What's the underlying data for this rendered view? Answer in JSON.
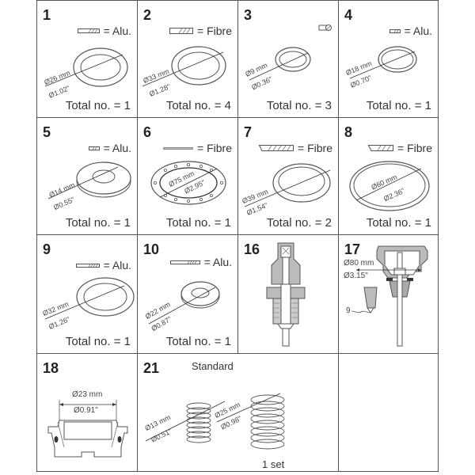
{
  "cells": [
    {
      "id": "1",
      "number": "1",
      "material": "= Alu.",
      "material_icon": "alu-cross-section-icon",
      "dia_mm": "Ø26 mm",
      "dia_in": "Ø1.02\"",
      "total": "Total no. = 1"
    },
    {
      "id": "2",
      "number": "2",
      "material": "= Fibre",
      "material_icon": "fibre-cross-section-icon",
      "dia_mm": "Ø33 mm",
      "dia_in": "Ø1.28\"",
      "total": "Total no. = 4"
    },
    {
      "id": "3",
      "number": "3",
      "material": "",
      "material_icon": "o-ring-cross-section-icon",
      "dia_mm": "Ø9 mm",
      "dia_in": "Ø0.36\"",
      "total": "Total no. = 3"
    },
    {
      "id": "4",
      "number": "4",
      "material": "= Alu.",
      "material_icon": "alu-cross-section-icon",
      "dia_mm": "Ø18 mm",
      "dia_in": "Ø0.70\"",
      "total": "Total no. = 1"
    },
    {
      "id": "5",
      "number": "5",
      "material": "= Alu.",
      "material_icon": "alu-cross-section-icon",
      "dia_mm": "Ø14 mm",
      "dia_in": "Ø0.55\"",
      "total": "Total no. = 1"
    },
    {
      "id": "6",
      "number": "6",
      "material": "= Fibre",
      "material_icon": "fibre-cross-section-icon",
      "dia_mm": "Ø75 mm",
      "dia_in": "Ø2.95\"",
      "total": "Total no. = 1"
    },
    {
      "id": "7",
      "number": "7",
      "material": "= Fibre",
      "material_icon": "fibre-cross-section-icon",
      "dia_mm": "Ø39 mm",
      "dia_in": "Ø1.54\"",
      "total": "Total no. = 2"
    },
    {
      "id": "8",
      "number": "8",
      "material": "= Fibre",
      "material_icon": "fibre-cross-section-icon",
      "dia_mm": "Ø60 mm",
      "dia_in": "Ø2.36\"",
      "total": "Total no. = 1"
    },
    {
      "id": "9",
      "number": "9",
      "material": "= Alu.",
      "material_icon": "alu-cross-section-icon",
      "dia_mm": "Ø32 mm",
      "dia_in": "Ø1.26\"",
      "total": "Total no. = 1"
    },
    {
      "id": "10",
      "number": "10",
      "material": "= Alu.",
      "material_icon": "alu-cross-section-icon",
      "dia_mm": "Ø22 mm",
      "dia_in": "Ø0.87\"",
      "total": "Total no. = 1"
    },
    {
      "id": "16",
      "number": "16"
    },
    {
      "id": "17",
      "number": "17",
      "dia_mm": "Ø80 mm",
      "dia_in": "Ø3.15\"",
      "callout": "9"
    },
    {
      "id": "18",
      "number": "18",
      "dia_mm": "Ø23 mm",
      "dia_in": "Ø0.91\""
    },
    {
      "id": "21",
      "number": "21",
      "subtitle": "Standard",
      "small_dia_mm": "Ø13 mm",
      "small_dia_in": "Ø0.51\"",
      "large_dia_mm": "Ø25 mm",
      "large_dia_in": "Ø0.98\"",
      "total": "1 set"
    }
  ],
  "colors": {
    "line": "#555555",
    "text": "#333333",
    "hatch": "#888888",
    "background": "#ffffff"
  }
}
